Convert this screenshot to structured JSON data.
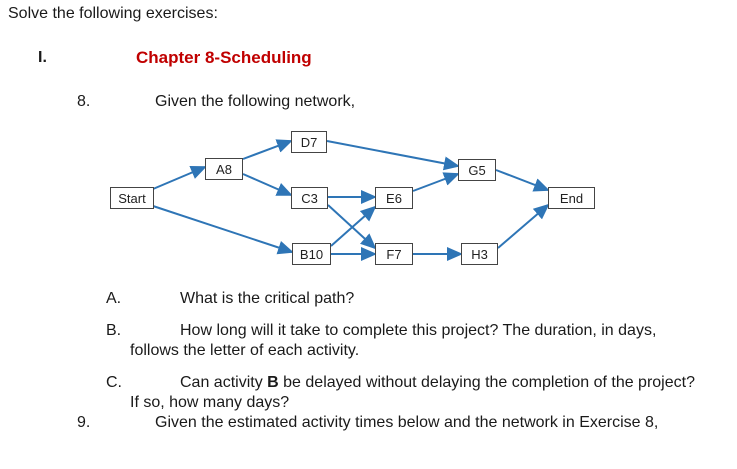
{
  "header": {
    "instruction": "Solve the following exercises:"
  },
  "section": {
    "numeral": "I.",
    "title": "Chapter 8-Scheduling"
  },
  "problem8": {
    "number": "8.",
    "intro": "Given the following network,"
  },
  "network": {
    "nodes": {
      "start": "Start",
      "a8": "A8",
      "d7": "D7",
      "c3": "C3",
      "b10": "B10",
      "e6": "E6",
      "f7": "F7",
      "g5": "G5",
      "h3": "H3",
      "end": "End"
    },
    "arrow_color": "#2e75b6"
  },
  "questions": {
    "a": {
      "letter": "A.",
      "text": "What is the critical path?"
    },
    "b": {
      "letter": "B.",
      "line1": "How long will it take to complete this project? The duration, in days,",
      "line2": "follows the letter of each activity."
    },
    "c": {
      "letter": "C.",
      "line1_pre": "Can activity ",
      "line1_bold": "B",
      "line1_post": " be delayed without delaying the completion of the project?",
      "line2": "If so, how many days?"
    }
  },
  "problem9": {
    "number": "9.",
    "text": "Given the estimated activity times below and the network in Exercise 8,"
  }
}
